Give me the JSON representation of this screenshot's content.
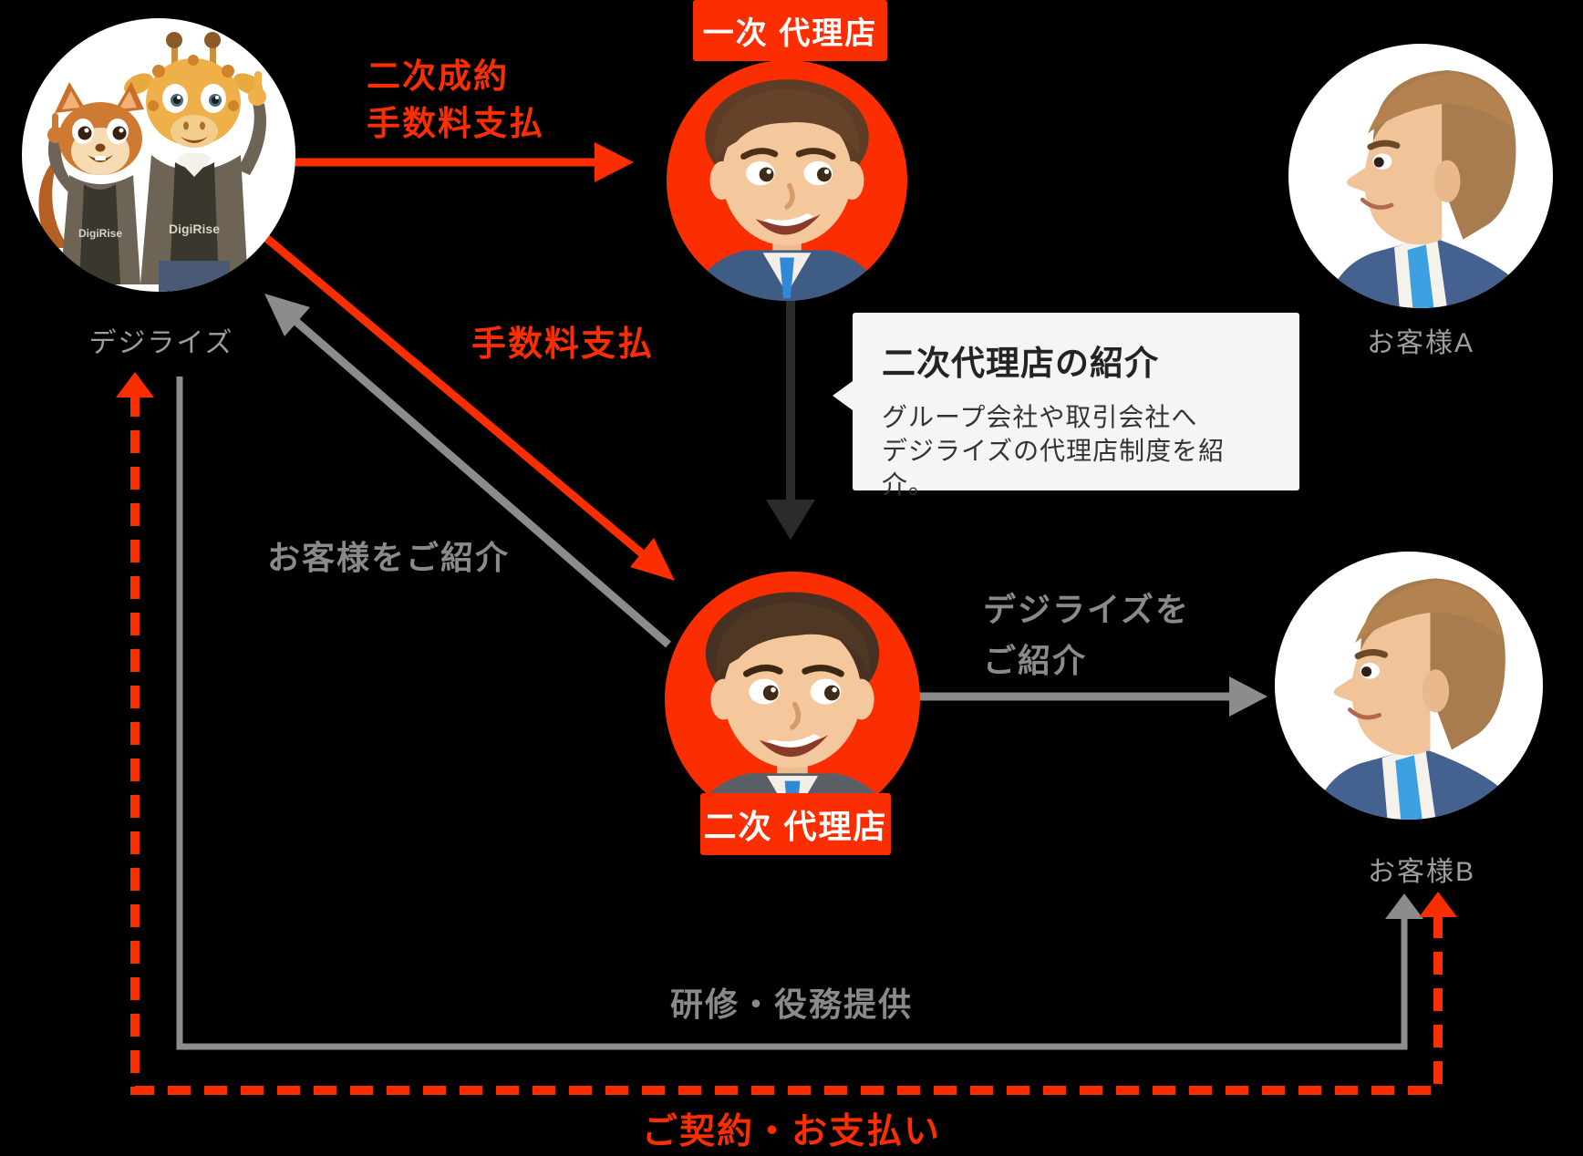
{
  "page": {
    "background": "#000000"
  },
  "colors": {
    "accent": "#fb2e01",
    "gray_line": "#8c8c8c",
    "gray_text": "#8a8a8a",
    "entity_label": "#9e9e9e",
    "dark_arrow": "#2b2b2b",
    "callout_bg": "#f5f5f3"
  },
  "nodes": {
    "digirise": {
      "label": "デジライズ",
      "shirt_text": "DigiRise"
    },
    "primary_agency": {
      "badge": "一次 代理店"
    },
    "secondary_agency": {
      "badge": "二次 代理店"
    },
    "customer_a": {
      "label": "お客様A"
    },
    "customer_b": {
      "label": "お客様B"
    }
  },
  "edges": {
    "digirise_to_primary": {
      "line1": "二次成約",
      "line2": "手数料支払"
    },
    "digirise_to_secondary": {
      "label": "手数料支払"
    },
    "secondary_to_digirise": {
      "label": "お客様をご紹介"
    },
    "secondary_to_customer_b": {
      "line1": "デジライズを",
      "line2": "ご紹介"
    },
    "digirise_to_customer_b": {
      "label": "研修・役務提供"
    },
    "customer_b_to_digirise": {
      "label": "ご契約・お支払い"
    }
  },
  "callout": {
    "title": "二次代理店の紹介",
    "body_line1": "グループ会社や取引会社へ",
    "body_line2": "デジライズの代理店制度を紹介。"
  }
}
